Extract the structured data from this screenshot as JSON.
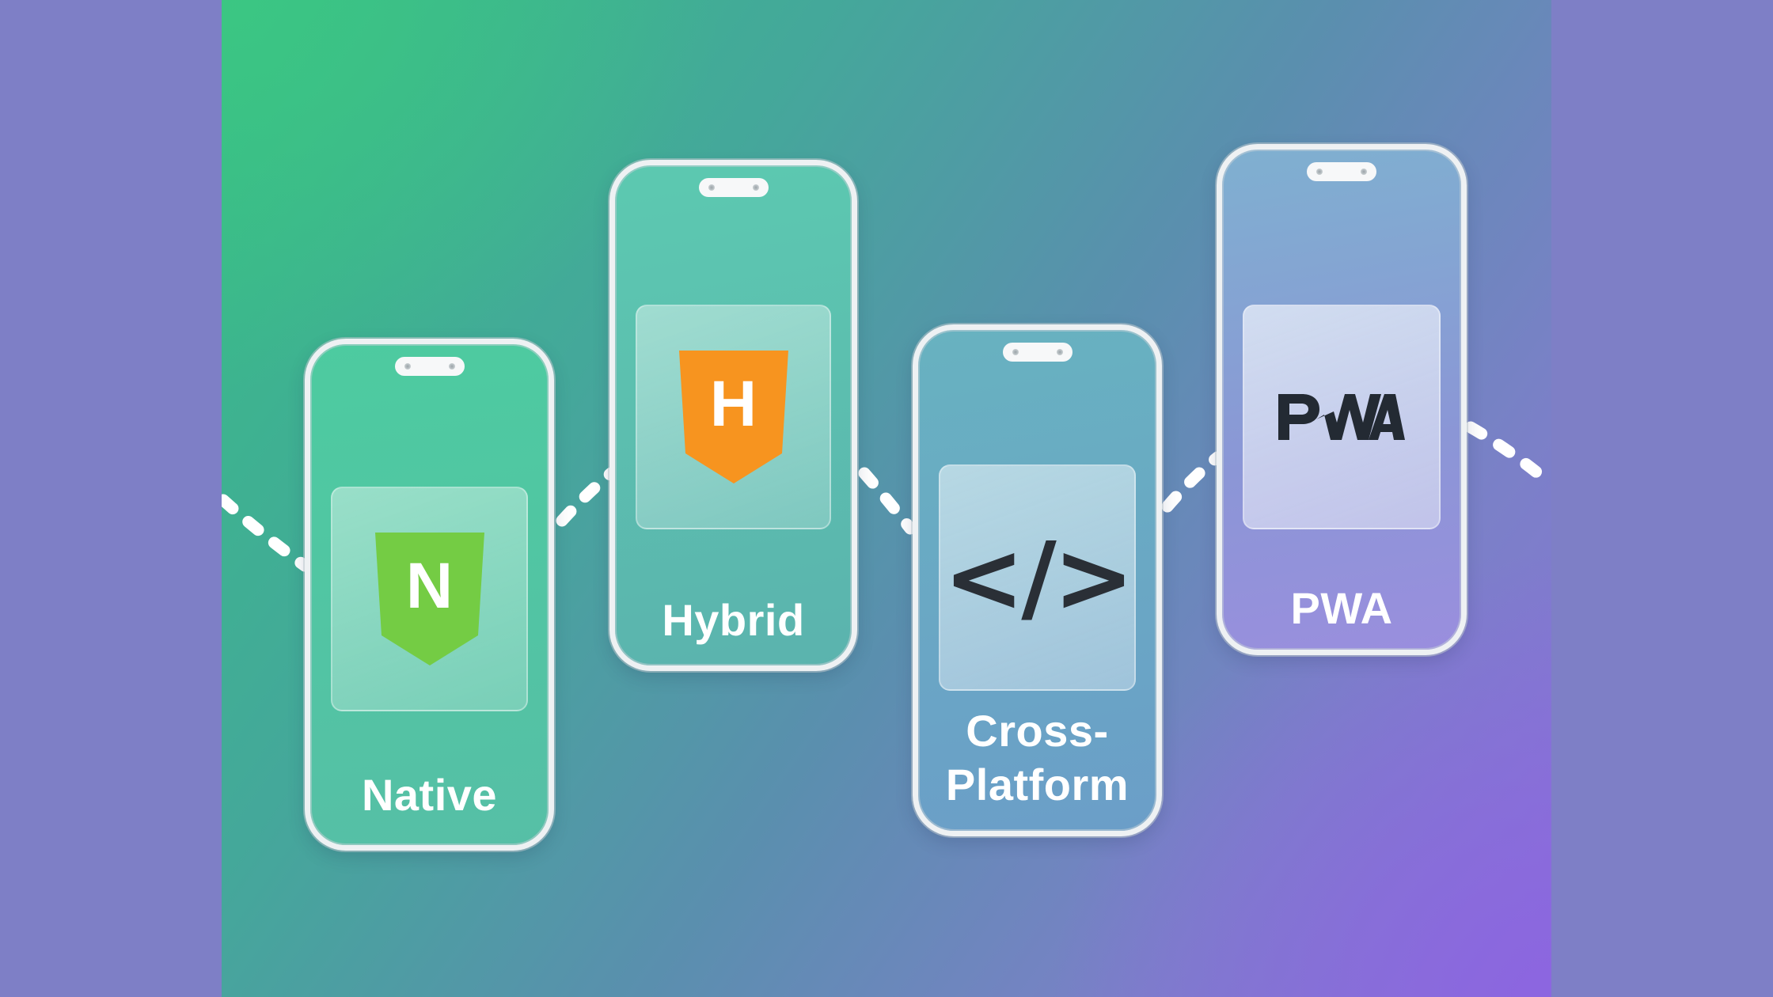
{
  "background": {
    "side_color": "#7e7fc6",
    "gradient_start": "#37bd86",
    "gradient_mid": "#5a8fae",
    "gradient_end": "#8a72d8"
  },
  "phones": [
    {
      "id": "native",
      "label": "Native",
      "icon": "shield-n-icon",
      "icon_letter": "N",
      "icon_color": "#74cc44",
      "screen_color": "#4fc79f"
    },
    {
      "id": "hybrid",
      "label": "Hybrid",
      "icon": "shield-h-icon",
      "icon_letter": "H",
      "icon_color": "#f7941f",
      "screen_color": "#5bbfae"
    },
    {
      "id": "cross-platform",
      "label_line1": "Cross-",
      "label_line2": "Platform",
      "icon": "code-brackets-icon",
      "icon_text": "</>",
      "icon_color": "#2a2f36",
      "screen_color": "#6aa8c0"
    },
    {
      "id": "pwa",
      "label": "PWA",
      "icon": "pwa-logo-icon",
      "icon_text": "PWA",
      "icon_color": "#232a33",
      "screen_color": "#8aa0d6"
    }
  ],
  "connector": {
    "style": "dashed-wave",
    "color": "#ffffff"
  }
}
